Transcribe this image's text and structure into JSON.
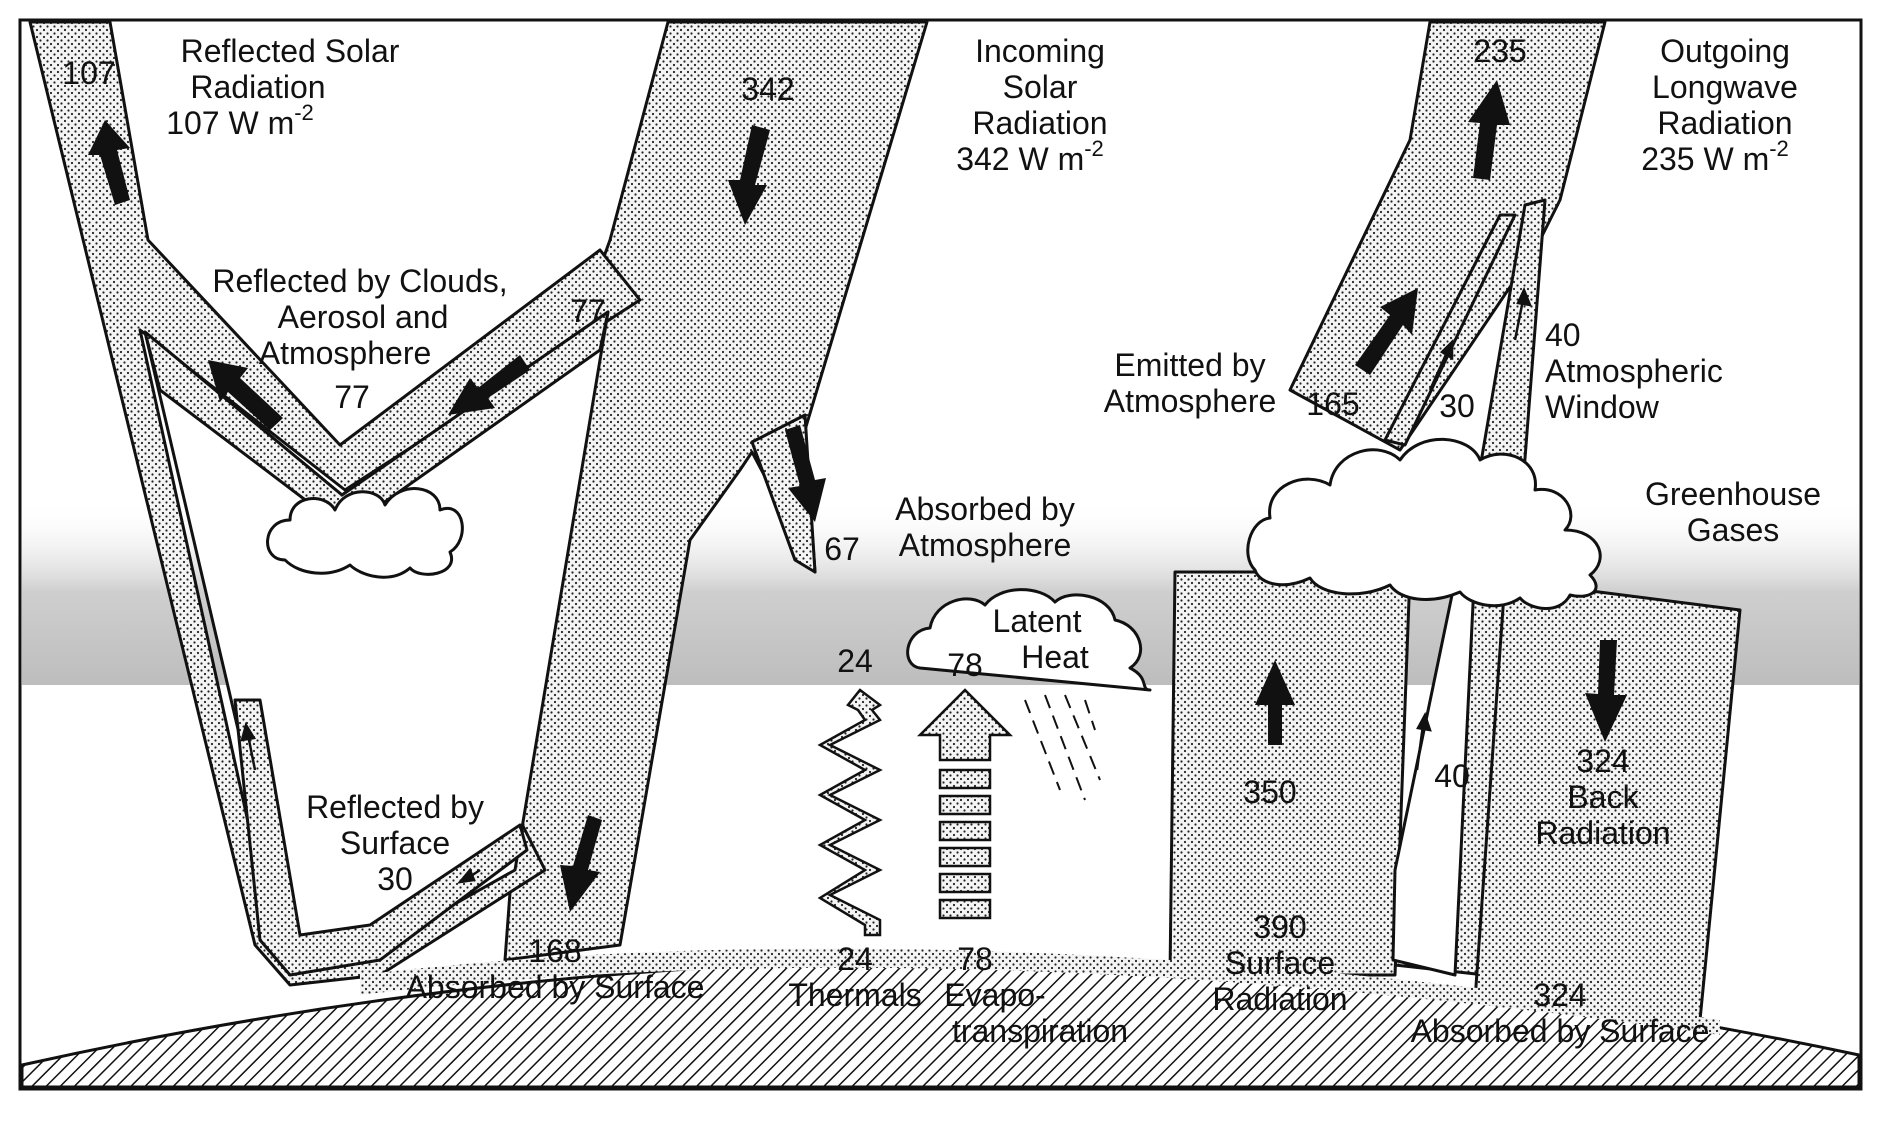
{
  "labels": {
    "reflected_solar_title": [
      "Reflected Solar",
      "Radiation"
    ],
    "reflected_solar_value": "107 W m",
    "reflected_solar_num": "107",
    "incoming_title": [
      "Incoming",
      "Solar",
      "Radiation"
    ],
    "incoming_value": "342 W m",
    "incoming_num": "342",
    "outgoing_title": [
      "Outgoing",
      "Longwave",
      "Radiation"
    ],
    "outgoing_value": "235 W m",
    "outgoing_num": "235",
    "exponent": "-2",
    "reflected_clouds": [
      "Reflected by Clouds,",
      "Aerosol and",
      "Atmosphere"
    ],
    "reflected_clouds_num": "77",
    "reflected_clouds_num2": "77",
    "absorbed_atmos": [
      "Absorbed by",
      "Atmosphere"
    ],
    "absorbed_atmos_num": "67",
    "emitted_atmos": [
      "Emitted by",
      "Atmosphere"
    ],
    "emitted_atmos_num": "165",
    "emitted_clouds_num": "30",
    "window_num": "40",
    "window_label": [
      "Atmospheric",
      "Window"
    ],
    "greenhouse": [
      "Greenhouse",
      "Gases"
    ],
    "latent_heat": [
      "Latent",
      "Heat"
    ],
    "thermals_top": "24",
    "latent_top": "78",
    "reflected_surface": [
      "Reflected by",
      "Surface"
    ],
    "reflected_surface_num": "30",
    "absorbed_surface_num": "168",
    "absorbed_surface_label": "Absorbed by Surface",
    "thermals_num": "24",
    "thermals_label": "Thermals",
    "evapo_num": "78",
    "evapo_label": [
      "Evapo-",
      "transpiration"
    ],
    "surface_up_num": "350",
    "surface_rad_num": "390",
    "surface_rad_label": [
      "Surface",
      "Radiation"
    ],
    "window_surface_num": "40",
    "back_rad_num": "324",
    "back_rad_label": [
      "Back",
      "Radiation"
    ],
    "absorbed_surface2_num": "324",
    "absorbed_surface2_label": "Absorbed by Surface"
  }
}
